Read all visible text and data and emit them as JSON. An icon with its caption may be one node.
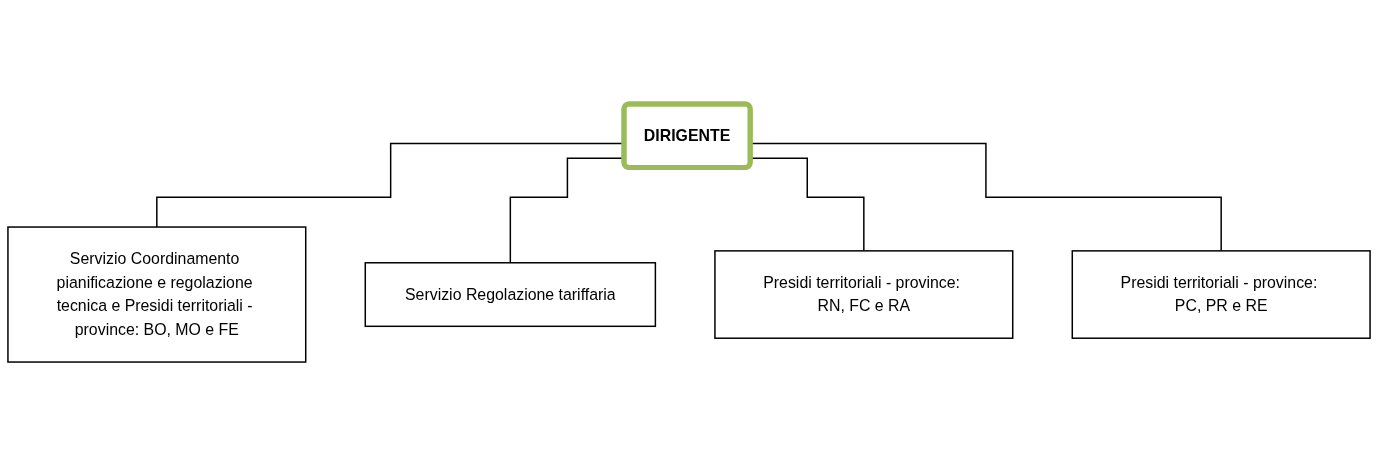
{
  "diagram": {
    "nodes": [
      {
        "text": [
          "DIRIGENTE"
        ]
      },
      {
        "text": [
          "Servizio Coordinamento pianificazione e regolazione tecnica e Presidi territoriali - province: BO, MO e FE"
        ]
      },
      {
        "text": [
          "Servizio Regolazione tariffaria"
        ]
      },
      {
        "text": [
          "Presidi territoriali - province: RN, FC e RA"
        ]
      },
      {
        "text": [
          "Presidi territoriali - province: PC, PR e RE"
        ]
      }
    ],
    "edges": [
      {
        "from": 0,
        "to": 1,
        "arrow": "none"
      },
      {
        "from": 0,
        "to": 2,
        "arrow": "none"
      },
      {
        "from": 0,
        "to": 3,
        "arrow": "none"
      },
      {
        "from": 0,
        "to": 4,
        "arrow": "none"
      }
    ]
  }
}
